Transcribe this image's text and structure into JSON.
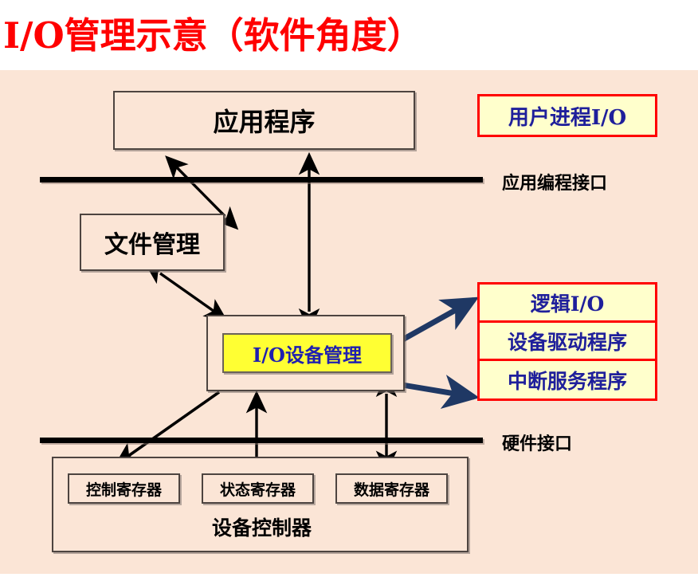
{
  "title": "I/O管理示意（软件角度）",
  "colors": {
    "title_red": "#FF0000",
    "canvas_peach": "#FBE5D6",
    "callout_yellow": "#FFFFCC",
    "callout_border_red": "#FF0000",
    "callout_text_blue": "#1F1F9B",
    "inner_highlight_yellow": "#FFFF33",
    "blue_arrow": "#1F3864",
    "black_arrow": "#000000"
  },
  "diagram": {
    "boxes": {
      "application": "应用程序",
      "file_management": "文件管理",
      "io_device_management_outer": "",
      "io_device_management": "I/O设备管理",
      "device_controller": "设备控制器"
    },
    "registers": [
      "控制寄存器",
      "状态寄存器",
      "数据寄存器"
    ],
    "interfaces": [
      {
        "label": "应用编程接口"
      },
      {
        "label": "硬件接口"
      }
    ],
    "callouts": {
      "user_process": "用户进程I/O",
      "kernel_layers": [
        "逻辑I/O",
        "设备驱动程序",
        "中断服务程序"
      ]
    },
    "connections": [
      {
        "from": "应用程序",
        "to": "文件管理",
        "style": "double-arrow",
        "color": "#000000"
      },
      {
        "from": "应用程序",
        "to": "I/O设备管理",
        "style": "double-arrow",
        "color": "#000000"
      },
      {
        "from": "文件管理",
        "to": "I/O设备管理",
        "style": "double-arrow",
        "color": "#000000"
      },
      {
        "from": "I/O设备管理",
        "to": "控制寄存器",
        "style": "single-arrow",
        "color": "#000000"
      },
      {
        "from": "状态寄存器",
        "to": "I/O设备管理",
        "style": "single-arrow",
        "color": "#000000"
      },
      {
        "from": "I/O设备管理",
        "to": "数据寄存器",
        "style": "double-arrow",
        "color": "#000000"
      },
      {
        "from": "I/O设备管理",
        "to": "逻辑I/O",
        "style": "single-arrow",
        "color": "#1F3864"
      },
      {
        "from": "I/O设备管理",
        "to": "中断服务程序",
        "style": "single-arrow",
        "color": "#1F3864"
      }
    ]
  }
}
